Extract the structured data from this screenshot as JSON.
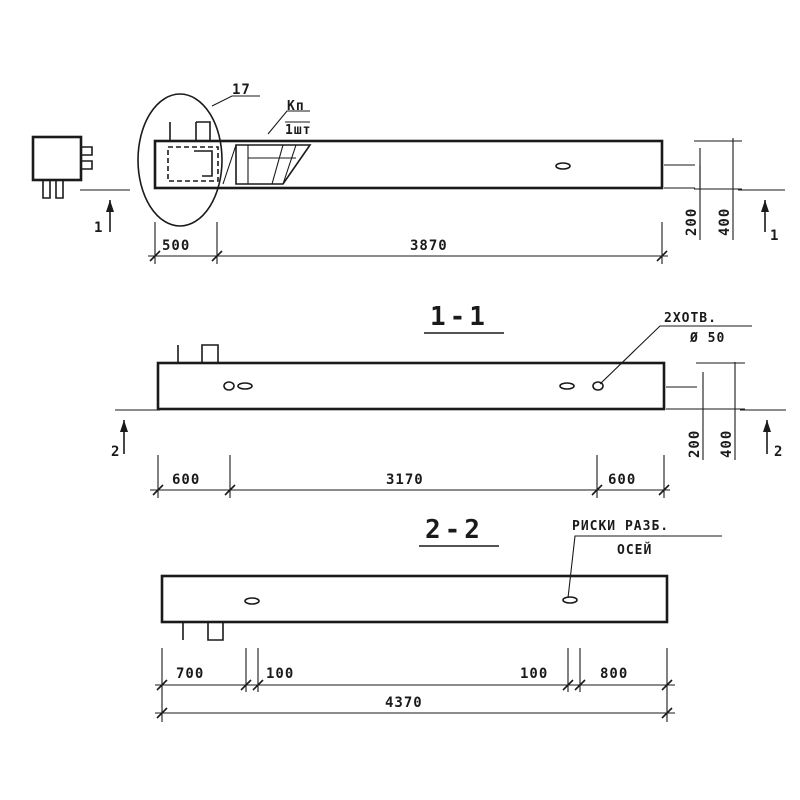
{
  "top_view": {
    "callout_number": "17",
    "callout_text_top": "Кп",
    "callout_text_bottom": "1шт",
    "dim_left": "500",
    "dim_main": "3870",
    "dim_height_small": "200",
    "dim_height_large": "400",
    "section_mark_left": "1",
    "section_mark_right": "1"
  },
  "section_1": {
    "title": "1-1",
    "note_line1": "2ХОТВ.",
    "note_line2": "Ø 50",
    "dim_left": "600",
    "dim_middle": "3170",
    "dim_right": "600",
    "dim_height_small": "200",
    "dim_height_large": "400",
    "section_mark_left": "2",
    "section_mark_right": "2"
  },
  "section_2": {
    "title": "2-2",
    "note_line1": "РИСКИ РАЗБ.",
    "note_line2": "ОСЕЙ",
    "dim_left": "700",
    "dim_left_gap": "100",
    "dim_right_gap": "100",
    "dim_right": "800",
    "dim_total": "4370"
  }
}
